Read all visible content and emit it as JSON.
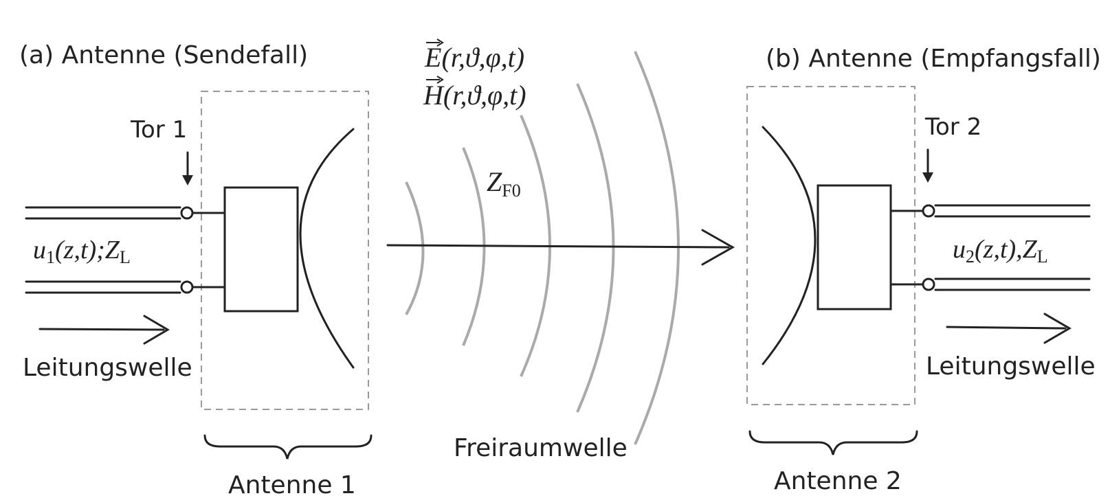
{
  "left": {
    "title": "(a) Antenne (Sendefall)",
    "port": "Tor 1",
    "line_label": "u",
    "line_label_sub": "1",
    "line_label_args": "(z,t);Z",
    "line_label_args_sub": "L",
    "wave": "Leitungswelle",
    "antenna": "Antenne 1"
  },
  "right": {
    "title": "(b) Antenne (Empfangsfall)",
    "port": "Tor 2",
    "line_label": "u",
    "line_label_sub": "2",
    "line_label_args": "(z,t),Z",
    "line_label_args_sub": "L",
    "wave": "Leitungswelle",
    "antenna": "Antenne 2"
  },
  "field": {
    "e_symbol": "E",
    "e_args": "(r,ϑ,φ,t)",
    "h_symbol": "H",
    "h_args": "(r,ϑ,φ,t)",
    "impedance": "Z",
    "impedance_sub": "F0",
    "freespace": "Freiraumwelle"
  },
  "colors": {
    "ink": "#222222",
    "wavefront": "#aaaaaa",
    "box_dash": "#999999"
  }
}
